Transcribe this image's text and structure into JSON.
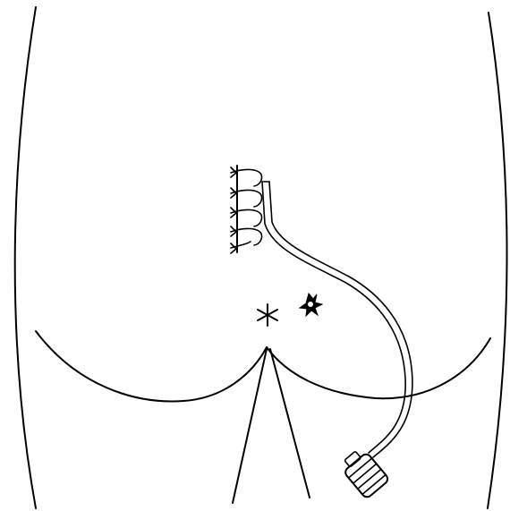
{
  "diagram": {
    "background": "#ffffff",
    "ink_color": "#000000",
    "elements": [
      "body-outline-left",
      "body-outline-right",
      "gluteal-fold-left",
      "gluteal-fold-right",
      "natal-cleft",
      "sutured-incision",
      "drain-tube",
      "drain-bulb",
      "pilonidal-sinus-pit",
      "secondary-sinus-opening"
    ]
  }
}
